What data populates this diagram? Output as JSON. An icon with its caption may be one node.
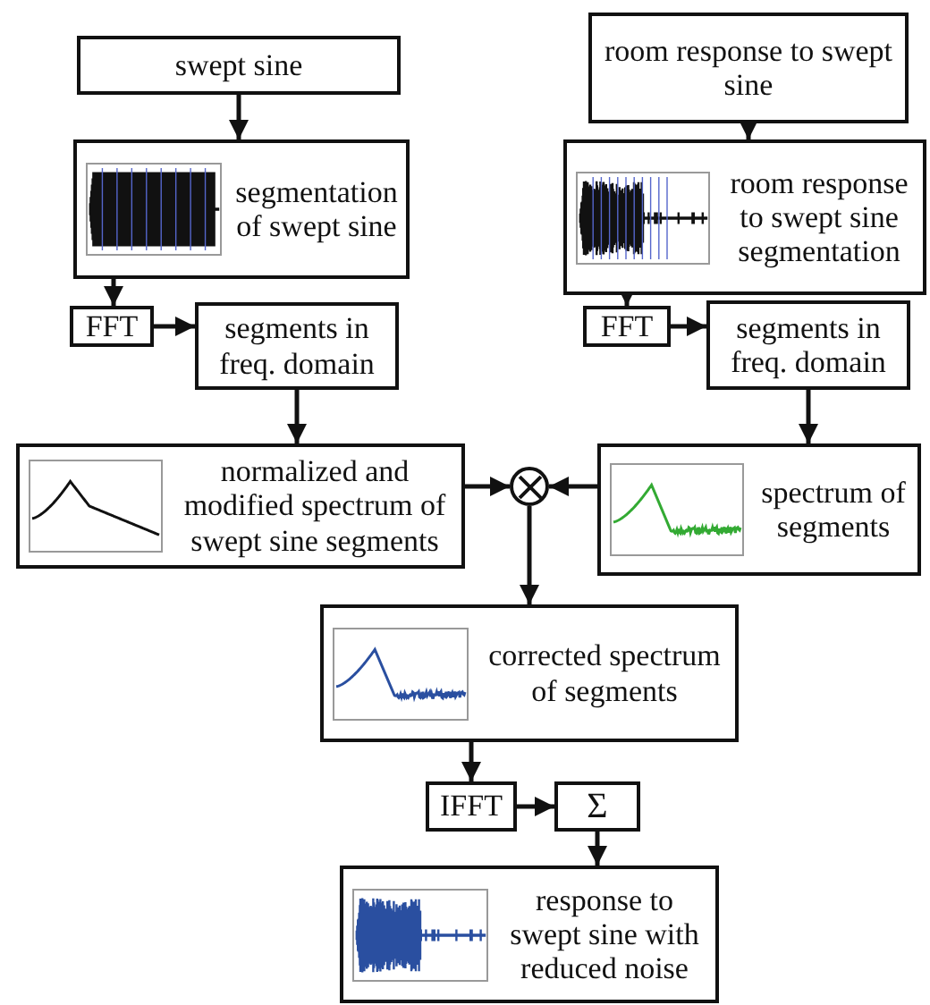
{
  "diagram": {
    "nodes": [
      {
        "text": [
          "swept sine"
        ]
      },
      {
        "text": [
          "room response to swept sine"
        ]
      },
      {
        "text": [
          "segmentation of swept sine"
        ]
      },
      {
        "text": [
          "room response to swept sine segmentation"
        ]
      },
      {
        "text": [
          "FFT"
        ]
      },
      {
        "text": [
          "segments in freq. domain"
        ]
      },
      {
        "text": [
          "FFT"
        ]
      },
      {
        "text": [
          "segments in freq. domain"
        ]
      },
      {
        "text": [
          "normalized and modified spectrum of swept sine segments"
        ]
      },
      {
        "text": [],
        "shape": "circle"
      },
      {
        "text": [
          "spectrum of segments"
        ]
      },
      {
        "text": [
          "corrected spectrum of segments"
        ]
      },
      {
        "text": [
          "IFFT"
        ]
      },
      {
        "text": [
          "Σ"
        ]
      },
      {
        "text": [
          "response to swept sine with reduced noise"
        ]
      }
    ],
    "edges": [
      {
        "from": 0,
        "to": 2,
        "arrow": "to"
      },
      {
        "from": 1,
        "to": 3,
        "arrow": "to"
      },
      {
        "from": 2,
        "to": 4,
        "arrow": "to"
      },
      {
        "from": 4,
        "to": 5,
        "arrow": "to"
      },
      {
        "from": 3,
        "to": 6,
        "arrow": "to"
      },
      {
        "from": 6,
        "to": 7,
        "arrow": "to"
      },
      {
        "from": 5,
        "to": 8,
        "arrow": "to"
      },
      {
        "from": 7,
        "to": 10,
        "arrow": "to"
      },
      {
        "from": 8,
        "to": 9,
        "arrow": "to"
      },
      {
        "from": 10,
        "to": 9,
        "arrow": "to"
      },
      {
        "from": 9,
        "to": 11,
        "arrow": "to"
      },
      {
        "from": 11,
        "to": 12,
        "arrow": "to"
      },
      {
        "from": 12,
        "to": 13,
        "arrow": "to"
      },
      {
        "from": 13,
        "to": 14,
        "arrow": "to"
      }
    ]
  }
}
